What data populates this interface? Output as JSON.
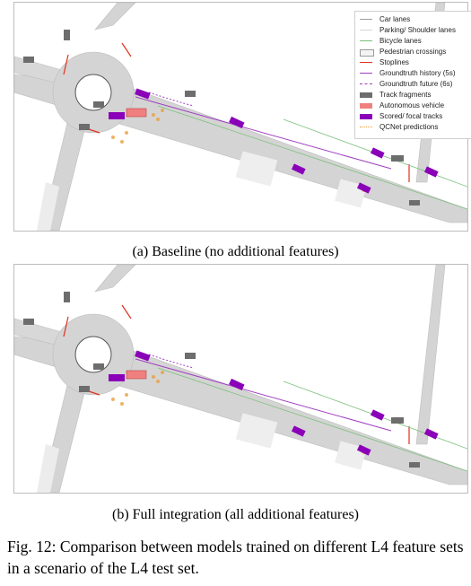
{
  "legend": {
    "items": [
      {
        "label": "Car lanes",
        "style": "line",
        "color": "#9e9e9e"
      },
      {
        "label": "Parking/ Shoulder lanes",
        "style": "line",
        "color": "#cfd8dc"
      },
      {
        "label": "Bicycle lanes",
        "style": "line",
        "color": "#7cc07c"
      },
      {
        "label": "Pedestrian crossings",
        "style": "box",
        "color": "#f4f4f4"
      },
      {
        "label": "Stoplines",
        "style": "line",
        "color": "#e0301e"
      },
      {
        "label": "Groundtruth history (5s)",
        "style": "line",
        "color": "#a040c0"
      },
      {
        "label": "Groundtruth future (6s)",
        "style": "dash",
        "color": "#a040c0"
      },
      {
        "label": "Track fragments",
        "style": "box",
        "color": "#6d6d6d"
      },
      {
        "label": "Autonomous vehicle",
        "style": "box",
        "color": "#f08080"
      },
      {
        "label": "Scored/ focal tracks",
        "style": "box",
        "color": "#8a00b8"
      },
      {
        "label": "QCNet predictions",
        "style": "dot",
        "color": "#e8a040"
      }
    ]
  },
  "subcaptions": {
    "a": "(a) Baseline (no additional features)",
    "b": "(b) Full integration (all additional features)"
  },
  "figure_caption": "Fig. 12: Comparison between models trained on different L4 feature sets in a scenario of the L4 test set."
}
